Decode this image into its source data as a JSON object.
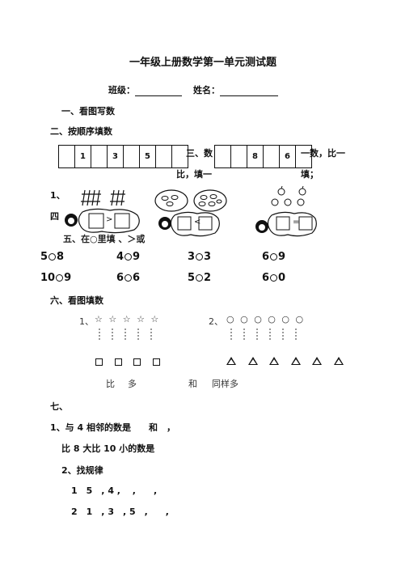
{
  "title": "一年级上册数学第一单元测试题",
  "info": {
    "class_label": "班级：",
    "name_label": "姓名："
  },
  "sections": {
    "s1": "一、看图写数",
    "s2": "二、按顺序填数",
    "s3a": "三、数",
    "s3b": "一数，比一",
    "s3c": "比，填一",
    "s3d": "填；",
    "item1": "1、",
    "s4": "四",
    "s5_fragment": "五、在○里填 、＞或",
    "s6": "六、看图填数",
    "s7": "七、"
  },
  "sequence1": [
    "",
    "1",
    "",
    "3",
    "",
    "5",
    "",
    ""
  ],
  "sequence2": [
    "",
    "",
    "8",
    "",
    "6",
    ""
  ],
  "bubbles": [
    ">",
    "<",
    "="
  ],
  "comparisons": [
    [
      "5",
      "8"
    ],
    [
      "4",
      "9"
    ],
    [
      "3",
      "3"
    ],
    [
      "6",
      "9"
    ],
    [
      "10",
      "9"
    ],
    [
      "6",
      "6"
    ],
    [
      "5",
      "2"
    ],
    [
      "6",
      "0"
    ]
  ],
  "s6_items": {
    "item1": "1、",
    "stars": "☆ ☆ ☆ ☆ ☆",
    "item2": "2、",
    "circles": "○ ○ ○ ○ ○ ○",
    "caption_bi": "比",
    "caption_duo": "多",
    "caption_he": "和",
    "caption_same": "同样多"
  },
  "s7_items": {
    "q1": "1、与 4 相邻的数是　　和　，",
    "q1b": "比 8 大比 10 小的数是",
    "q2": "2、找规律",
    "p1": "1　5　, 4 ,　 ,　　,",
    "p2": "2　1　, 3　, 5　,　　,"
  }
}
